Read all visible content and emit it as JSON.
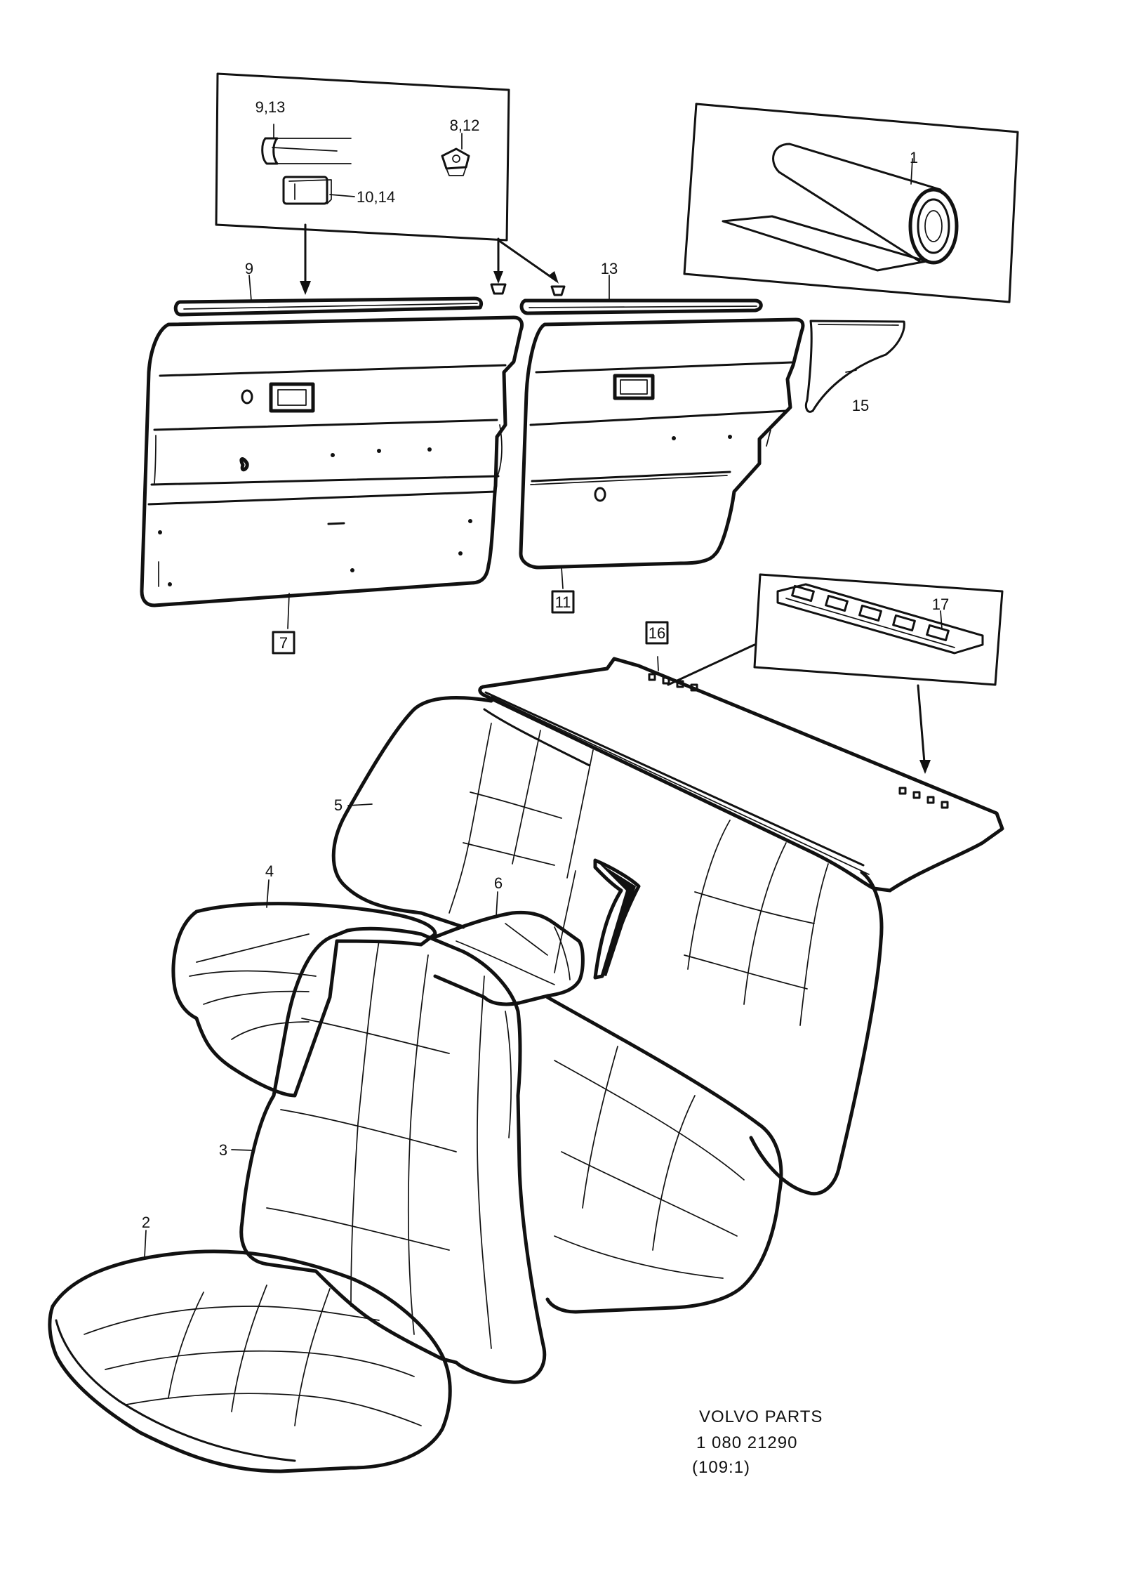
{
  "labels": {
    "p1": "1",
    "p2": "2",
    "p3": "3",
    "p4": "4",
    "p5": "5",
    "p6": "6",
    "p7": "7",
    "p8_12": "8,12",
    "p9": "9",
    "p9_13": "9,13",
    "p10_14": "10,14",
    "p11": "11",
    "p13": "13",
    "p15": "15",
    "p16": "16",
    "p17": "17"
  },
  "caption": {
    "line1": "VOLVO PARTS",
    "line2": "1  080  21290",
    "line3": "(109:1)"
  }
}
